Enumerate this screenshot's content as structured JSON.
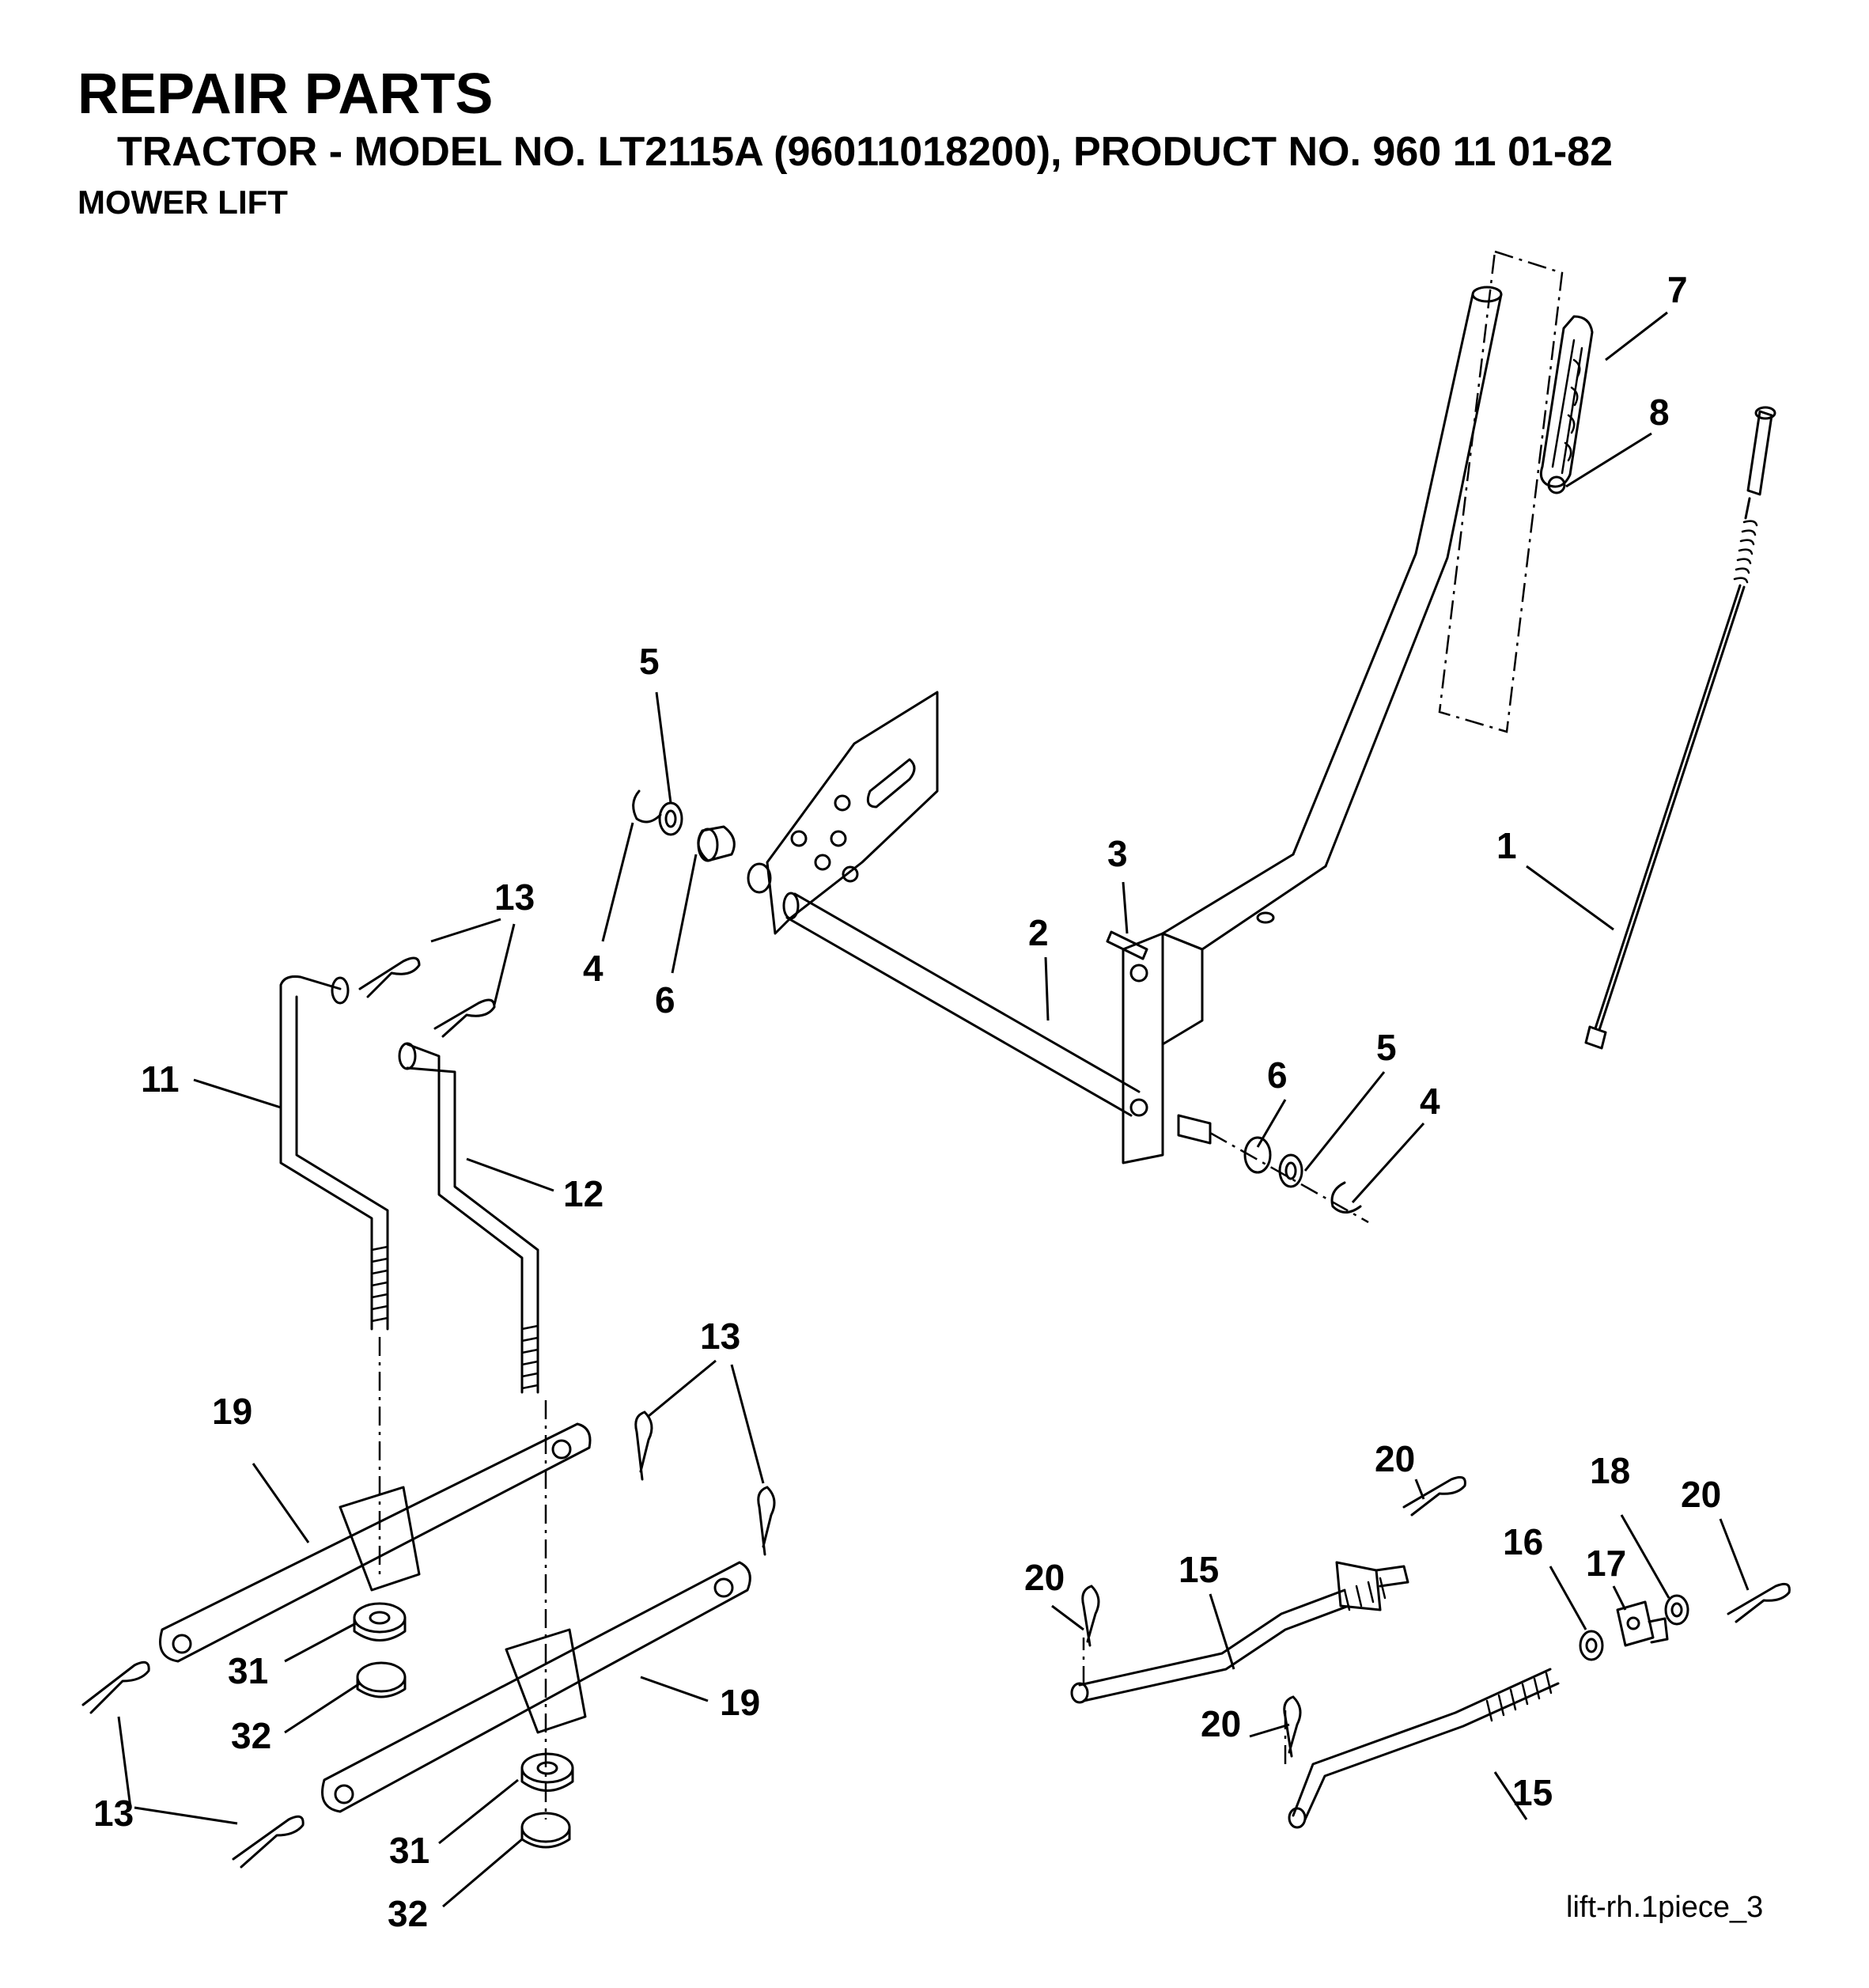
{
  "header": {
    "title": "REPAIR PARTS",
    "subtitle": "TRACTOR - MODEL NO. LT2115A (96011018200), PRODUCT NO. 960 11 01-82",
    "section": "MOWER LIFT"
  },
  "figure_id": "lift-rh.1piece_3",
  "callouts": [
    {
      "id": "c7",
      "label": "7"
    },
    {
      "id": "c8",
      "label": "8"
    },
    {
      "id": "c1",
      "label": "1"
    },
    {
      "id": "c5a",
      "label": "5"
    },
    {
      "id": "c4a",
      "label": "4"
    },
    {
      "id": "c6a",
      "label": "6"
    },
    {
      "id": "c3",
      "label": "3"
    },
    {
      "id": "c2",
      "label": "2"
    },
    {
      "id": "c13a",
      "label": "13"
    },
    {
      "id": "c11",
      "label": "11"
    },
    {
      "id": "c12",
      "label": "12"
    },
    {
      "id": "c6b",
      "label": "6"
    },
    {
      "id": "c5b",
      "label": "5"
    },
    {
      "id": "c4b",
      "label": "4"
    },
    {
      "id": "c13b",
      "label": "13"
    },
    {
      "id": "c19a",
      "label": "19"
    },
    {
      "id": "c31a",
      "label": "31"
    },
    {
      "id": "c32a",
      "label": "32"
    },
    {
      "id": "c19b",
      "label": "19"
    },
    {
      "id": "c13c",
      "label": "13"
    },
    {
      "id": "c31b",
      "label": "31"
    },
    {
      "id": "c32b",
      "label": "32"
    },
    {
      "id": "c20a",
      "label": "20"
    },
    {
      "id": "c18",
      "label": "18"
    },
    {
      "id": "c20b",
      "label": "20"
    },
    {
      "id": "c16",
      "label": "16"
    },
    {
      "id": "c17",
      "label": "17"
    },
    {
      "id": "c20c",
      "label": "20"
    },
    {
      "id": "c15a",
      "label": "15"
    },
    {
      "id": "c20d",
      "label": "20"
    },
    {
      "id": "c15b",
      "label": "15"
    }
  ]
}
